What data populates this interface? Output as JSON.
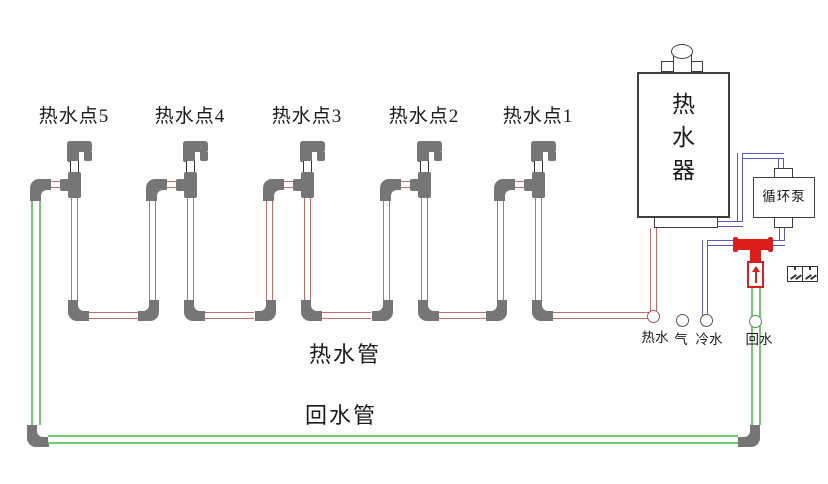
{
  "diagram": {
    "fixtures": [
      {
        "label": "热水点5"
      },
      {
        "label": "热水点4"
      },
      {
        "label": "热水点3"
      },
      {
        "label": "热水点2"
      },
      {
        "label": "热水点1"
      }
    ],
    "heater": {
      "label": "热水器"
    },
    "pump": {
      "label": "循环泵"
    },
    "ports": {
      "hot": "热水",
      "gas": "气",
      "cold": "冷水",
      "return": "回水"
    },
    "pipe_labels": {
      "hot_pipe": "热水管",
      "return_pipe": "回水管"
    },
    "colors": {
      "hot_pipe": "#c76b6b",
      "return_pipe": "#6fcf6f",
      "cold_pipe": "#5a5ab8",
      "fitting_gray": "#767676",
      "valve_red": "#dd1c1c"
    }
  }
}
